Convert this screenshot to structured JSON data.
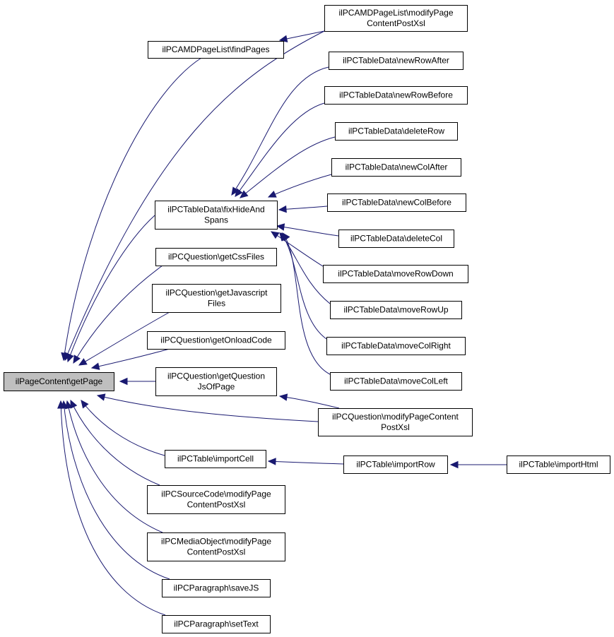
{
  "root": "ilPageContent\\getPage",
  "nodes": {
    "root": [
      "ilPageContent\\getPage"
    ],
    "amd_find": [
      "ilPCAMDPageList\\findPages"
    ],
    "amd_modify": [
      "ilPCAMDPageList\\modifyPage",
      "ContentPostXsl"
    ],
    "td_fix": [
      "ilPCTableData\\fixHideAnd",
      "Spans"
    ],
    "td_newRowAfter": [
      "ilPCTableData\\newRowAfter"
    ],
    "td_newRowBefore": [
      "ilPCTableData\\newRowBefore"
    ],
    "td_deleteRow": [
      "ilPCTableData\\deleteRow"
    ],
    "td_newColAfter": [
      "ilPCTableData\\newColAfter"
    ],
    "td_newColBefore": [
      "ilPCTableData\\newColBefore"
    ],
    "td_deleteCol": [
      "ilPCTableData\\deleteCol"
    ],
    "td_moveRowDown": [
      "ilPCTableData\\moveRowDown"
    ],
    "td_moveRowUp": [
      "ilPCTableData\\moveRowUp"
    ],
    "td_moveColRight": [
      "ilPCTableData\\moveColRight"
    ],
    "td_moveColLeft": [
      "ilPCTableData\\moveColLeft"
    ],
    "q_css": [
      "ilPCQuestion\\getCssFiles"
    ],
    "q_js": [
      "ilPCQuestion\\getJavascript",
      "Files"
    ],
    "q_onload": [
      "ilPCQuestion\\getOnloadCode"
    ],
    "q_qjs": [
      "ilPCQuestion\\getQuestion",
      "JsOfPage"
    ],
    "q_modify": [
      "ilPCQuestion\\modifyPageContent",
      "PostXsl"
    ],
    "t_importCell": [
      "ilPCTable\\importCell"
    ],
    "t_importRow": [
      "ilPCTable\\importRow"
    ],
    "t_importHtml": [
      "ilPCTable\\importHtml"
    ],
    "sc_modify": [
      "ilPCSourceCode\\modifyPage",
      "ContentPostXsl"
    ],
    "mo_modify": [
      "ilPCMediaObject\\modifyPage",
      "ContentPostXsl"
    ],
    "p_saveJS": [
      "ilPCParagraph\\saveJS"
    ],
    "p_setText": [
      "ilPCParagraph\\setText"
    ]
  },
  "edges": [
    [
      "amd_find",
      "root"
    ],
    [
      "amd_modify",
      "amd_find"
    ],
    [
      "amd_modify",
      "root"
    ],
    [
      "td_fix",
      "root"
    ],
    [
      "td_newRowAfter",
      "td_fix"
    ],
    [
      "td_newRowBefore",
      "td_fix"
    ],
    [
      "td_deleteRow",
      "td_fix"
    ],
    [
      "td_newColAfter",
      "td_fix"
    ],
    [
      "td_newColBefore",
      "td_fix"
    ],
    [
      "td_deleteCol",
      "td_fix"
    ],
    [
      "td_moveRowDown",
      "td_fix"
    ],
    [
      "td_moveRowUp",
      "td_fix"
    ],
    [
      "td_moveColRight",
      "td_fix"
    ],
    [
      "td_moveColLeft",
      "td_fix"
    ],
    [
      "q_css",
      "root"
    ],
    [
      "q_js",
      "root"
    ],
    [
      "q_onload",
      "root"
    ],
    [
      "q_qjs",
      "root"
    ],
    [
      "q_modify",
      "q_qjs"
    ],
    [
      "q_modify",
      "root"
    ],
    [
      "t_importCell",
      "root"
    ],
    [
      "t_importRow",
      "t_importCell"
    ],
    [
      "t_importHtml",
      "t_importRow"
    ],
    [
      "sc_modify",
      "root"
    ],
    [
      "mo_modify",
      "root"
    ],
    [
      "p_saveJS",
      "root"
    ],
    [
      "p_setText",
      "root"
    ]
  ],
  "colors": {
    "edge": "#191970",
    "root_fill": "#bfbfbf",
    "node_fill": "#ffffff",
    "node_border": "#000000"
  }
}
